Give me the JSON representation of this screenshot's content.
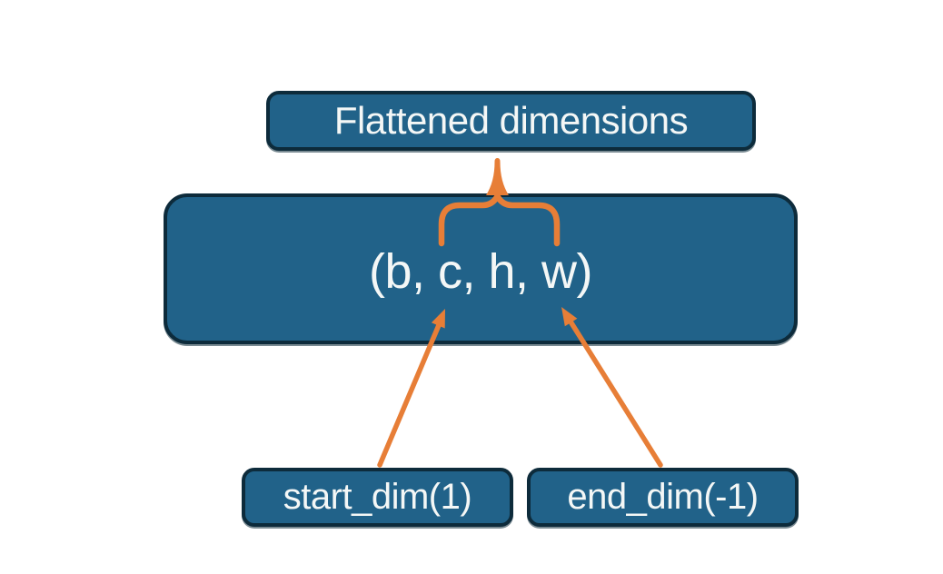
{
  "diagram": {
    "nodes": {
      "flattened": {
        "label": "Flattened dimensions"
      },
      "tensor": {
        "label": "(b, c, h, w)"
      },
      "start_dim": {
        "label": "start_dim(1)"
      },
      "end_dim": {
        "label": "end_dim(-1)"
      }
    },
    "connections": {
      "brace": "flattened-dimensions brace over c, h, w",
      "arrow_start": "start_dim(1) points to dimension c",
      "arrow_end": "end_dim(-1) points to dimension w"
    },
    "colors": {
      "background": "#ffffff",
      "node_fill": "#216289",
      "node_border": "#0d2b3b",
      "accent_orange": "#e77e37",
      "text": "#f4f7f6"
    }
  }
}
